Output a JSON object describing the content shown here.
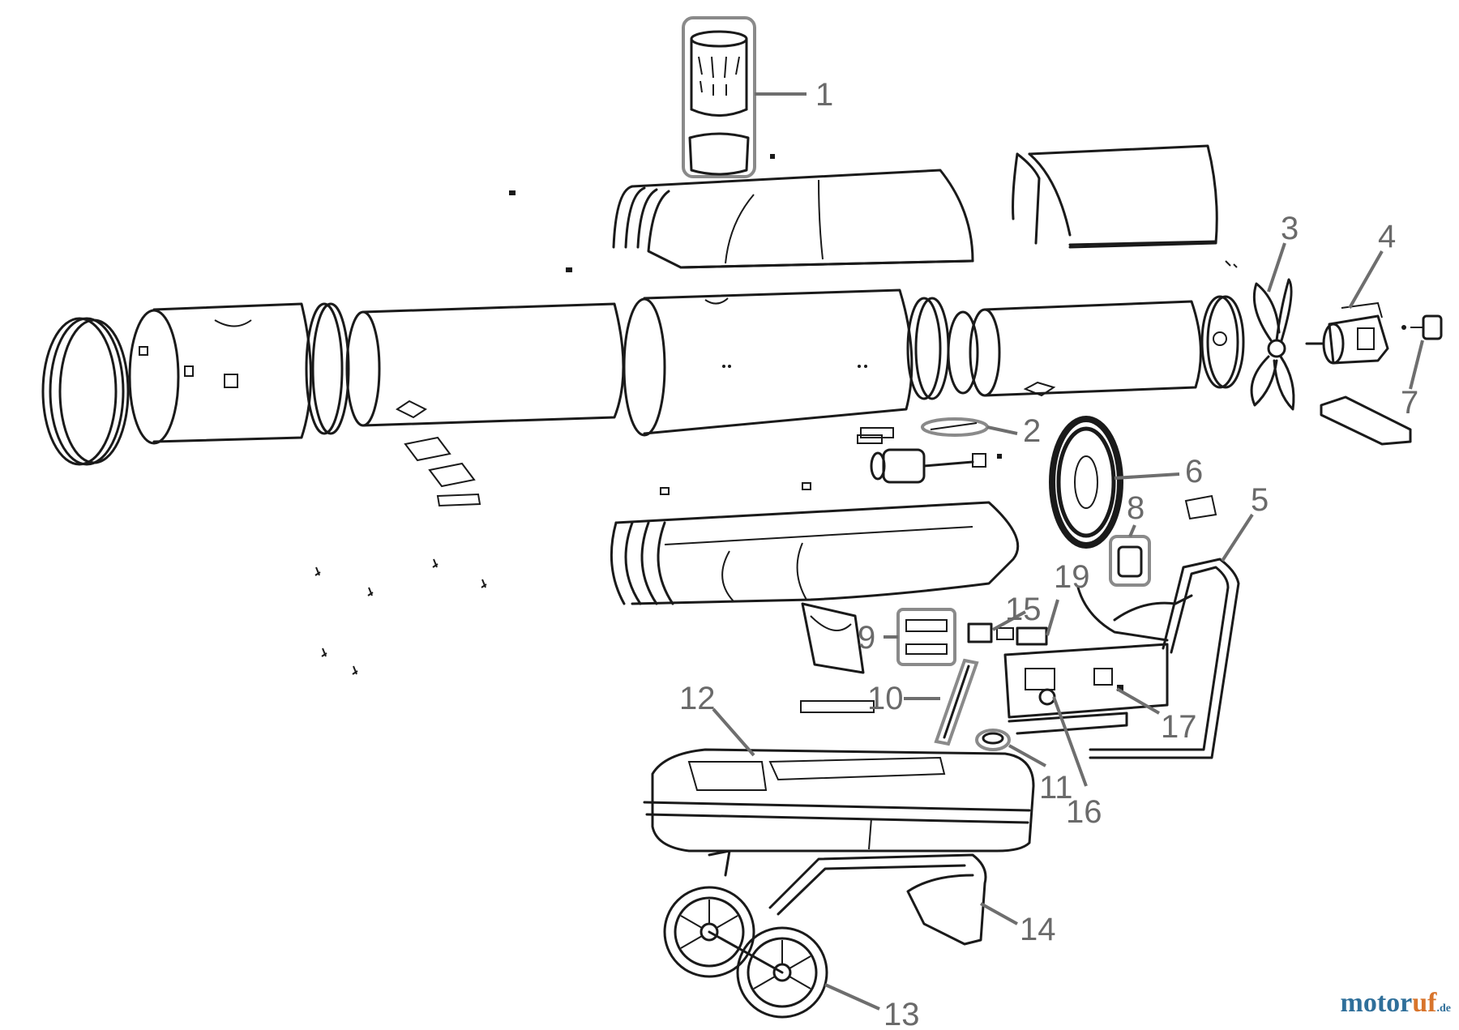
{
  "callouts": [
    {
      "id": "1",
      "label": "1"
    },
    {
      "id": "2",
      "label": "2"
    },
    {
      "id": "3",
      "label": "3"
    },
    {
      "id": "4",
      "label": "4"
    },
    {
      "id": "5",
      "label": "5"
    },
    {
      "id": "6",
      "label": "6"
    },
    {
      "id": "7",
      "label": "7"
    },
    {
      "id": "8",
      "label": "8"
    },
    {
      "id": "9",
      "label": "9"
    },
    {
      "id": "10",
      "label": "10"
    },
    {
      "id": "11",
      "label": "11"
    },
    {
      "id": "12",
      "label": "12"
    },
    {
      "id": "13",
      "label": "13"
    },
    {
      "id": "14",
      "label": "14"
    },
    {
      "id": "15",
      "label": "15"
    },
    {
      "id": "16",
      "label": "16"
    },
    {
      "id": "17",
      "label": "17"
    },
    {
      "id": "19",
      "label": "19"
    }
  ],
  "watermark": {
    "part1": "motor",
    "part2": "uf",
    "suffix": ".de"
  },
  "colors": {
    "line": "#1a1a1a",
    "callout": "#6a6a6a",
    "brand_blue": "#2f6f9a",
    "brand_orange": "#d8742b"
  }
}
